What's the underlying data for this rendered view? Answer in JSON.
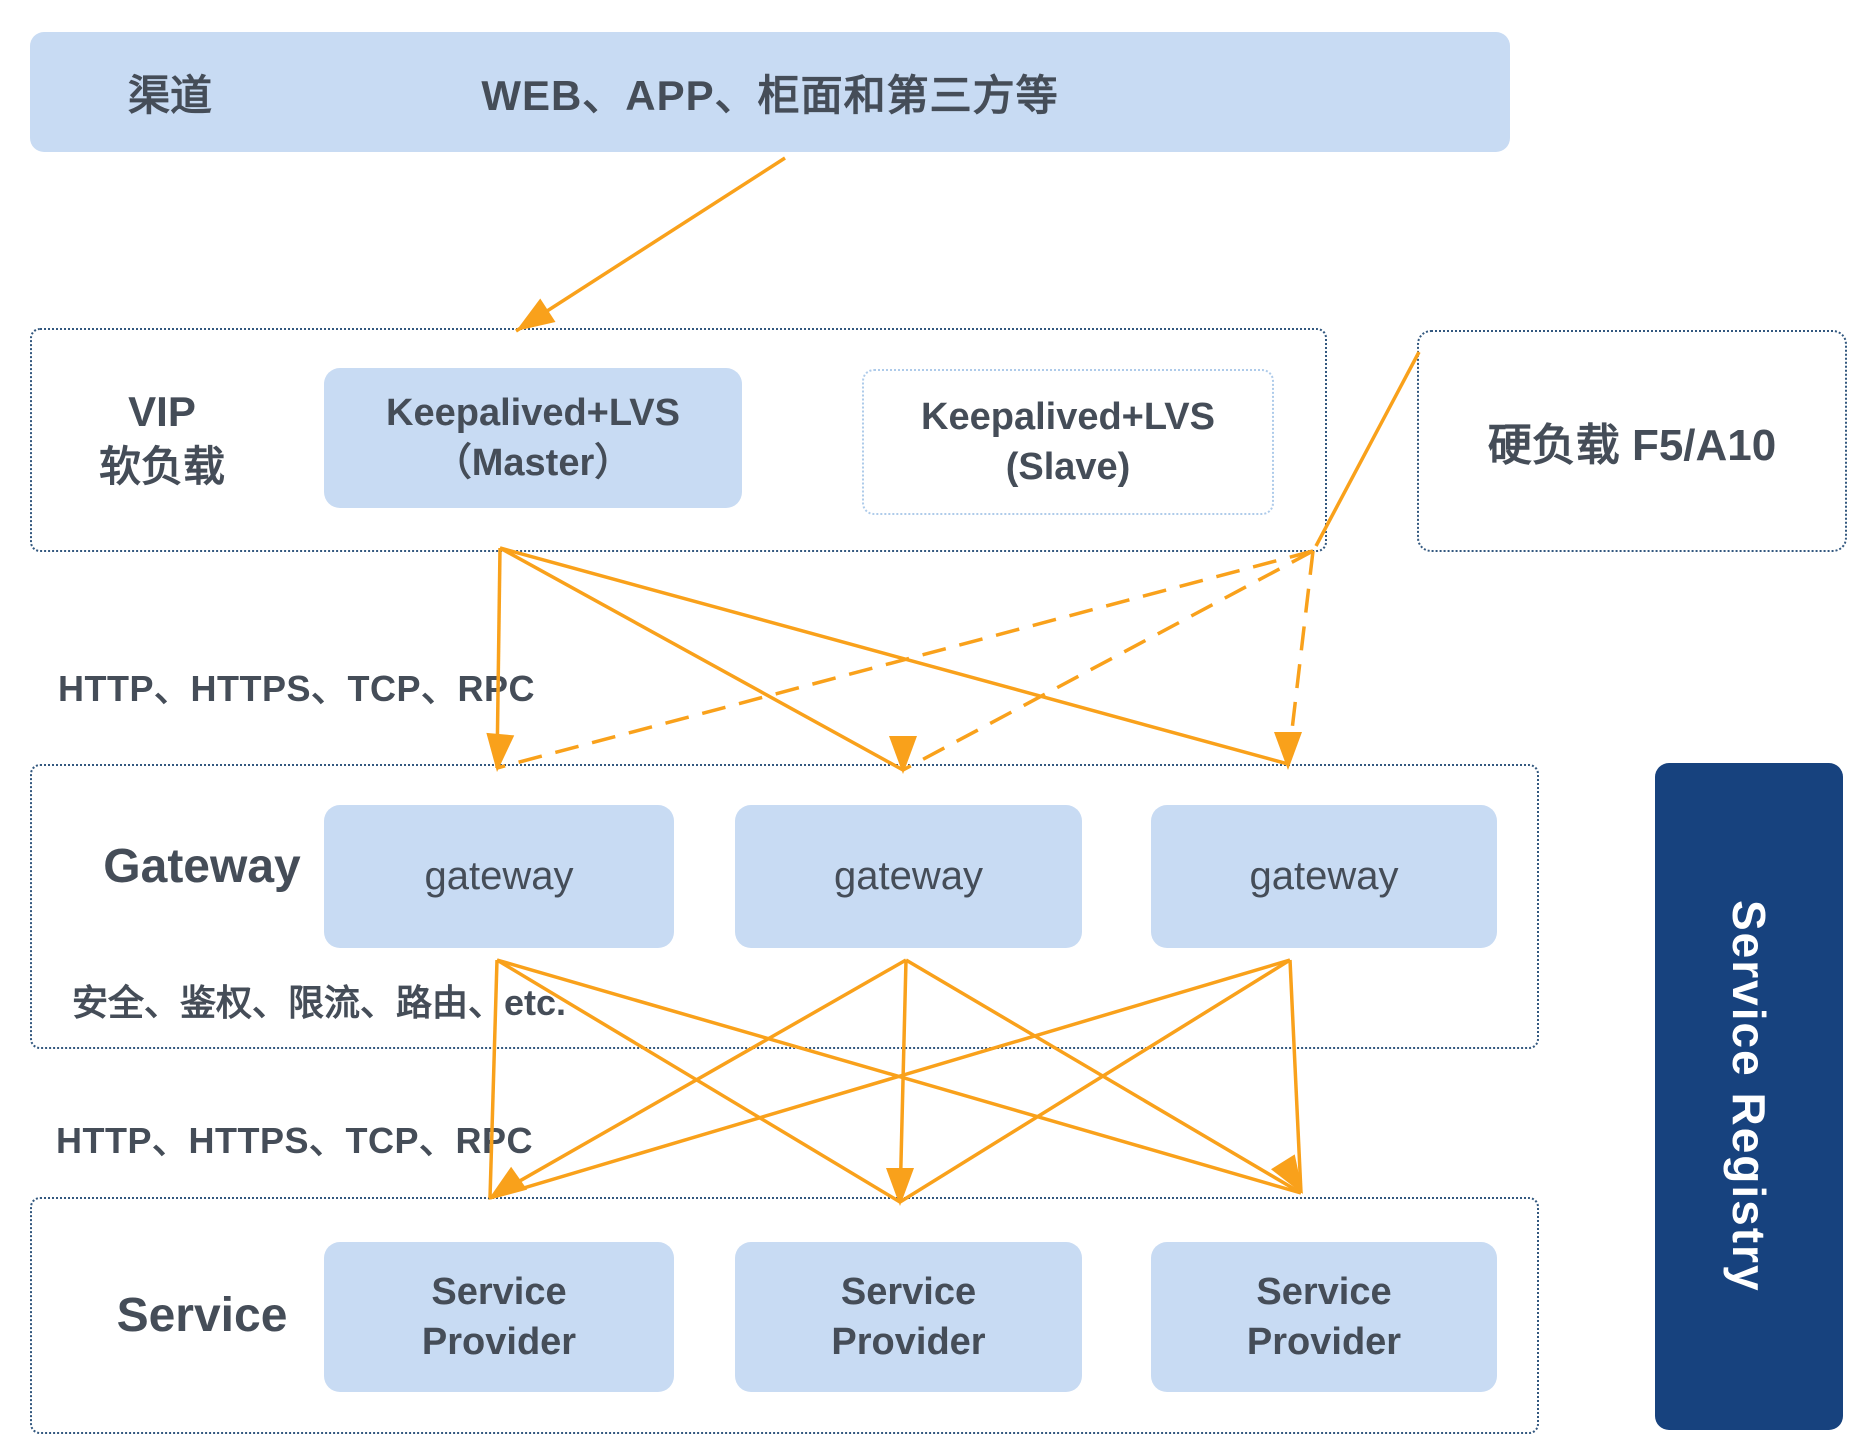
{
  "channel_bar": {
    "label": "渠道",
    "title": "WEB、APP、柜面和第三方等"
  },
  "vip": {
    "label_line1": "VIP",
    "label_line2": "软负载",
    "master_line1": "Keepalived+LVS",
    "master_line2": "（Master）",
    "slave_line1": "Keepalived+LVS",
    "slave_line2": "(Slave)"
  },
  "hard_load": {
    "label": "硬负载  F5/A10"
  },
  "protocol_label_top": "HTTP、HTTPS、TCP、RPC",
  "gateway": {
    "label": "Gateway",
    "nodes": [
      "gateway",
      "gateway",
      "gateway"
    ],
    "features_label": "安全、鉴权、限流、路由、etc."
  },
  "protocol_label_bottom": "HTTP、HTTPS、TCP、RPC",
  "service": {
    "label": "Service",
    "nodes": [
      {
        "line1": "Service",
        "line2": "Provider"
      },
      {
        "line1": "Service",
        "line2": "Provider"
      },
      {
        "line1": "Service",
        "line2": "Provider"
      }
    ]
  },
  "registry": {
    "label": "Service Registry"
  },
  "colors": {
    "accent_orange": "#F9A11B",
    "node_blue": "#C8DBF3",
    "border_navy": "#33587F",
    "slave_border_blue": "#AECBEA",
    "registry_navy": "#17427E",
    "text_gray": "#454D58"
  },
  "connections": [
    {
      "from": "channel",
      "to": "vip",
      "style": "solid"
    },
    {
      "from": "hard-load",
      "to": "vip-corner",
      "style": "solid"
    },
    {
      "from": "master",
      "to": "gateway-1",
      "style": "solid"
    },
    {
      "from": "master",
      "to": "gateway-2",
      "style": "solid"
    },
    {
      "from": "master",
      "to": "gateway-3",
      "style": "solid"
    },
    {
      "from": "vip-corner",
      "to": "gateway-1",
      "style": "dashed"
    },
    {
      "from": "vip-corner",
      "to": "gateway-2",
      "style": "dashed"
    },
    {
      "from": "vip-corner",
      "to": "gateway-3",
      "style": "dashed"
    },
    {
      "from": "gateway-1",
      "to": "service-1",
      "style": "solid"
    },
    {
      "from": "gateway-1",
      "to": "service-2",
      "style": "solid"
    },
    {
      "from": "gateway-1",
      "to": "service-3",
      "style": "solid"
    },
    {
      "from": "gateway-2",
      "to": "service-1",
      "style": "solid"
    },
    {
      "from": "gateway-2",
      "to": "service-2",
      "style": "solid"
    },
    {
      "from": "gateway-2",
      "to": "service-3",
      "style": "solid"
    },
    {
      "from": "gateway-3",
      "to": "service-1",
      "style": "solid"
    },
    {
      "from": "gateway-3",
      "to": "service-2",
      "style": "solid"
    },
    {
      "from": "gateway-3",
      "to": "service-3",
      "style": "solid"
    }
  ]
}
